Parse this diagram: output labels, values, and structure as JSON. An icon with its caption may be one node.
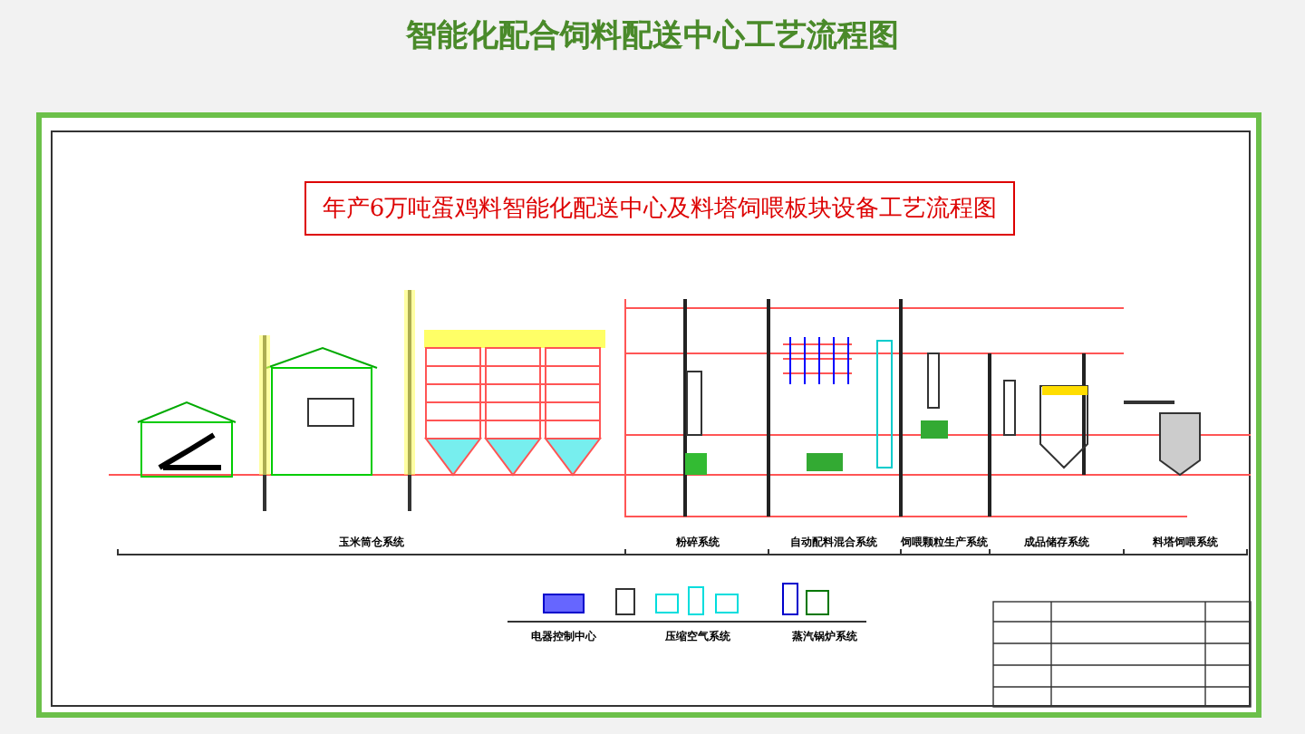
{
  "diagram": {
    "title": "智能化配合饲料配送中心工艺流程图",
    "labels": [
      "年产6万吨蛋鸡料智能化配送中心及料塔饲喂板块设备工艺流程图",
      "玉米筒仓系统",
      "粉碎系统",
      "自动配料混合系统",
      "饲喂颗粒生产系统",
      "成品储存系统",
      "料塔饲喂系统",
      "电器控制中心",
      "压缩空气系统",
      "蒸汽锅炉系统"
    ]
  }
}
